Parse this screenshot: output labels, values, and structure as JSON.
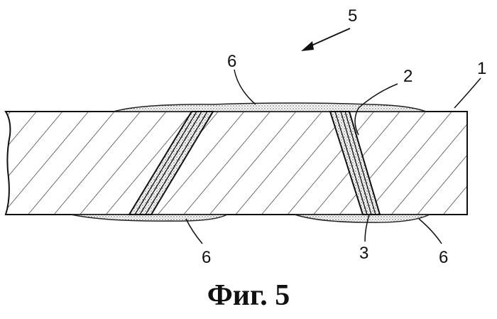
{
  "labels": {
    "assembly": "5",
    "plate": "1",
    "channel_wall": "2",
    "channel_bottom": "3",
    "coating_top": "6",
    "coating_bottom_left": "6",
    "coating_bottom_right": "6"
  },
  "caption": "Фиг. 5"
}
